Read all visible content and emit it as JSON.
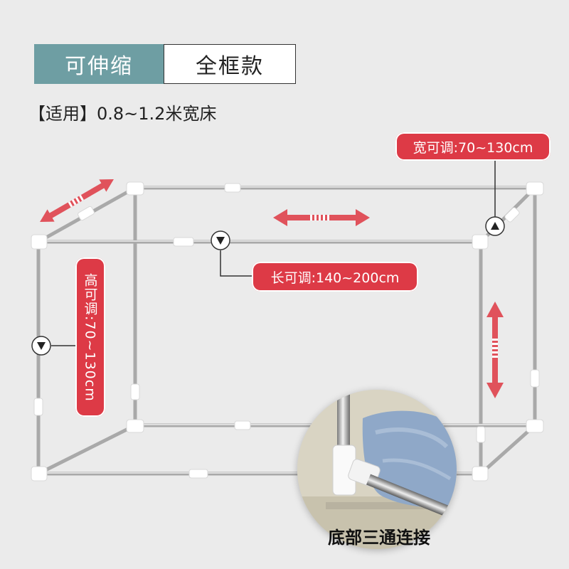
{
  "tabs": {
    "active_label": "可伸缩",
    "inactive_label": "全框款"
  },
  "suitable_text": "【适用】0.8~1.2米宽床",
  "labels": {
    "width": "宽可调:70~130cm",
    "length": "长可调:140~200cm",
    "height": "高可调:70~130cm"
  },
  "inset_caption": "底部三通连接",
  "colors": {
    "accent_teal": "#6e9ea3",
    "label_red": "#dd3a46",
    "arrow_red": "#e0525b",
    "frame_steel": "#b8b8b8",
    "background": "#ebebeb"
  },
  "icons": {
    "marker_down": "triangle-down-in-circle",
    "marker_up": "triangle-up-in-circle"
  }
}
